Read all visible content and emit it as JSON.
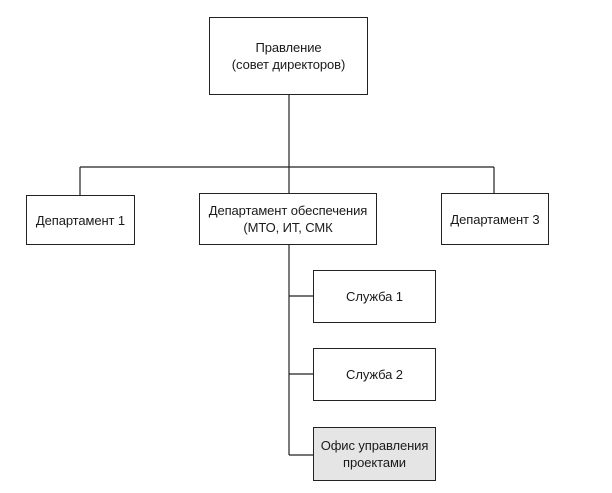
{
  "nodes": {
    "board": "Правление\n(совет директоров)",
    "dept1": "Департамент 1",
    "dept_support": "Департамент обеспечения\n(МТО, ИТ, СМК",
    "dept3": "Департамент 3",
    "service1": "Служба 1",
    "service2": "Служба 2",
    "pmo": "Офис управления\nпроектами"
  },
  "colors": {
    "line": "#222222",
    "shaded_fill": "#e5e5e5"
  }
}
